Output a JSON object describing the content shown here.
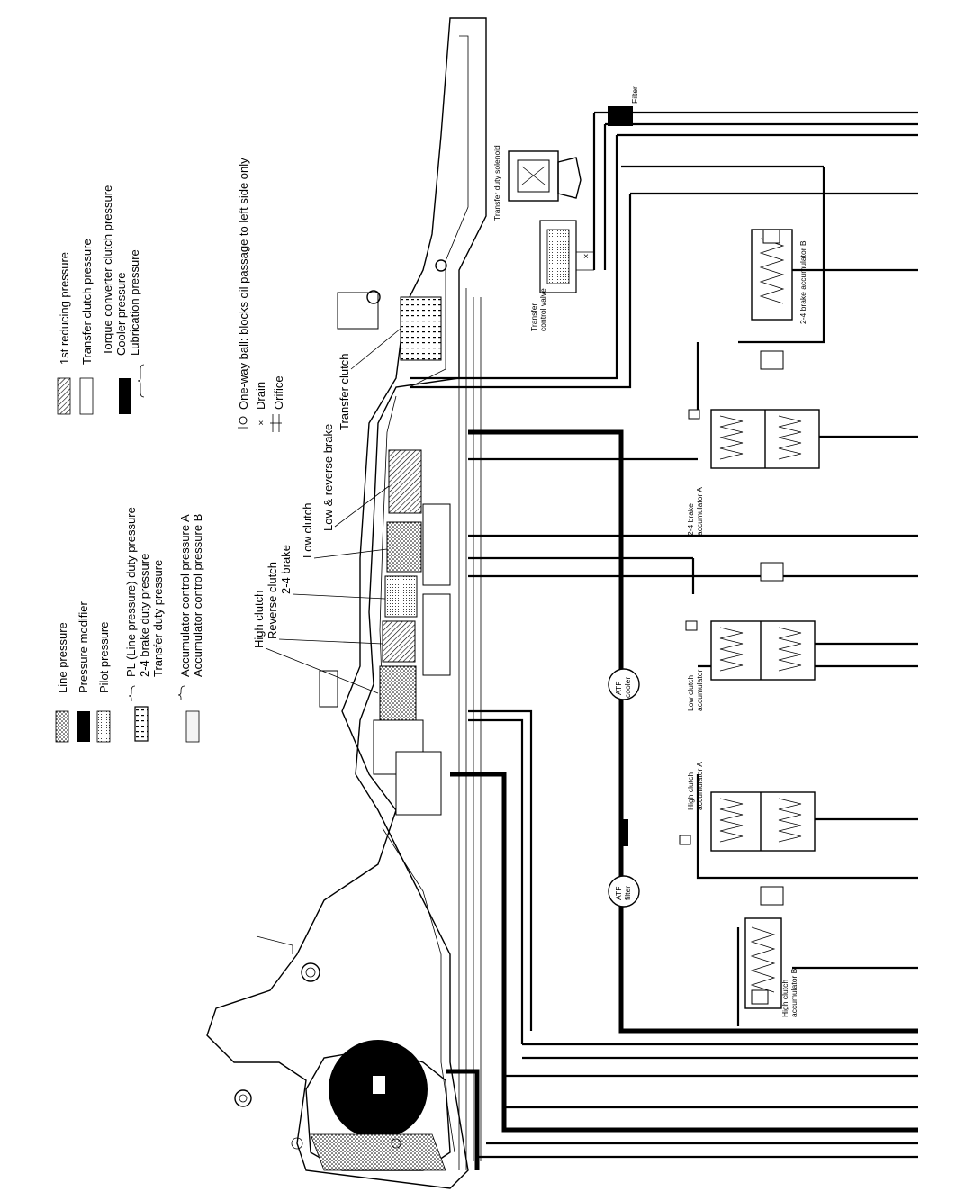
{
  "legend": {
    "left": [
      {
        "label": "Line pressure",
        "pattern": "dots"
      },
      {
        "label": "Pressure modifier",
        "pattern": "solid"
      },
      {
        "label": "Pilot pressure",
        "pattern": "fine-dots"
      },
      {
        "label": "PL (Line pressure) duty pressure",
        "pattern": "dashed"
      },
      {
        "label": "2-4 brake duty pressure",
        "pattern": "dashed"
      },
      {
        "label": "Transfer duty pressure",
        "pattern": "dashed"
      },
      {
        "label": "Accumulator control pressure A",
        "pattern": "light"
      },
      {
        "label": "Accumulator control pressure B",
        "pattern": "light"
      }
    ],
    "right": [
      {
        "label": "1st reducing pressure",
        "pattern": "hatch"
      },
      {
        "label": "Transfer clutch pressure",
        "pattern": "blank"
      },
      {
        "label": "Torque converter clutch pressure",
        "pattern": "solid"
      },
      {
        "label": "Cooler pressure",
        "pattern": "solid"
      },
      {
        "label": "Lubrication pressure",
        "pattern": "solid"
      }
    ],
    "symbols": [
      {
        "label": "One-way ball: blocks oil passage to left side only",
        "icon": "one-way-ball-icon"
      },
      {
        "label": "Drain",
        "icon": "drain-icon"
      },
      {
        "label": "Orifice",
        "icon": "orifice-icon"
      }
    ]
  },
  "callouts": {
    "high_clutch": "High clutch",
    "reverse_clutch": "Reverse clutch",
    "brake_24": "2-4 brake",
    "low_clutch": "Low clutch",
    "low_reverse_brake": "Low & reverse brake",
    "transfer_clutch": "Transfer clutch"
  },
  "components": {
    "filter": "Filter",
    "transfer_duty_solenoid": "Transfer duty solenoid",
    "transfer_control_valve": [
      "Transfer",
      "control valve"
    ],
    "brake_24_acc_b": "2-4 brake accumulator B",
    "brake_24_acc_a": [
      "2-4 brake",
      "accumulator A"
    ],
    "low_clutch_acc": [
      "Low clutch",
      "accumulator"
    ],
    "high_clutch_acc_a": [
      "High clutch",
      "accumulator A"
    ],
    "high_clutch_acc_b": [
      "High clutch",
      "accumulator B"
    ],
    "atf_cooler": [
      "ATF",
      "cooler"
    ],
    "atf_filter": [
      "ATF",
      "filter"
    ]
  }
}
